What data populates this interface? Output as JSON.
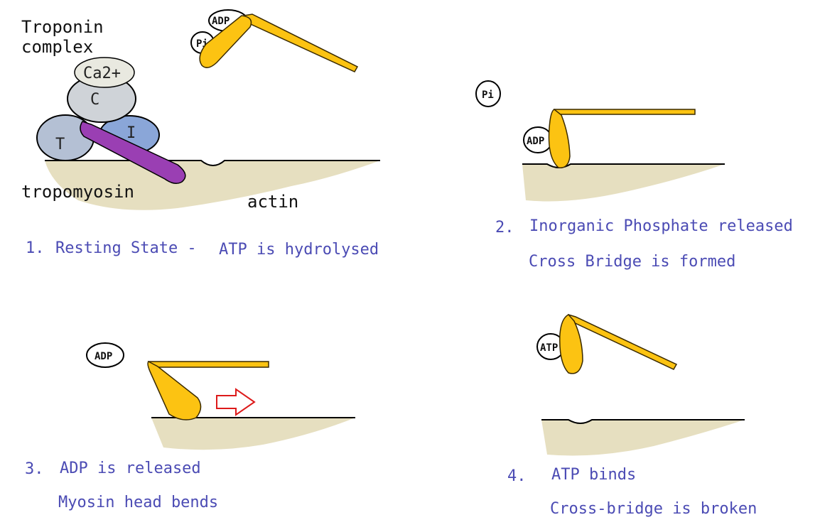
{
  "colors": {
    "actin": "#e6dfc0",
    "myosin": "#fcc312",
    "myosin_stroke": "#3a2a00",
    "tropomyosin": "#9a3fb3",
    "troponin_c": "#cfd3d8",
    "troponin_t": "#b4c0d4",
    "troponin_i": "#8aa6d8",
    "calcium": "#e9e9e0",
    "label_blue": "#4b4bb4",
    "arrow_red": "#dd1a1a"
  },
  "labels": {
    "troponin_line1": "Troponin",
    "troponin_line2": "complex",
    "tropomyosin": "tropomyosin",
    "actin": "actin",
    "ca": "Ca2+",
    "c": "C",
    "t": "T",
    "i": "I"
  },
  "molecules": {
    "adp": "ADP",
    "pi": "Pi",
    "atp": "ATP"
  },
  "steps": {
    "s1": {
      "number": "1.",
      "line1": "Resting State -",
      "line1b": "ATP is hydrolysed"
    },
    "s2": {
      "number": "2.",
      "line1": "Inorganic Phosphate released",
      "line2": "Cross Bridge is formed"
    },
    "s3": {
      "number": "3.",
      "line1": "ADP is released",
      "line2": "Myosin head bends"
    },
    "s4": {
      "number": "4.",
      "line1": "ATP binds",
      "line2": "Cross-bridge is broken"
    }
  }
}
